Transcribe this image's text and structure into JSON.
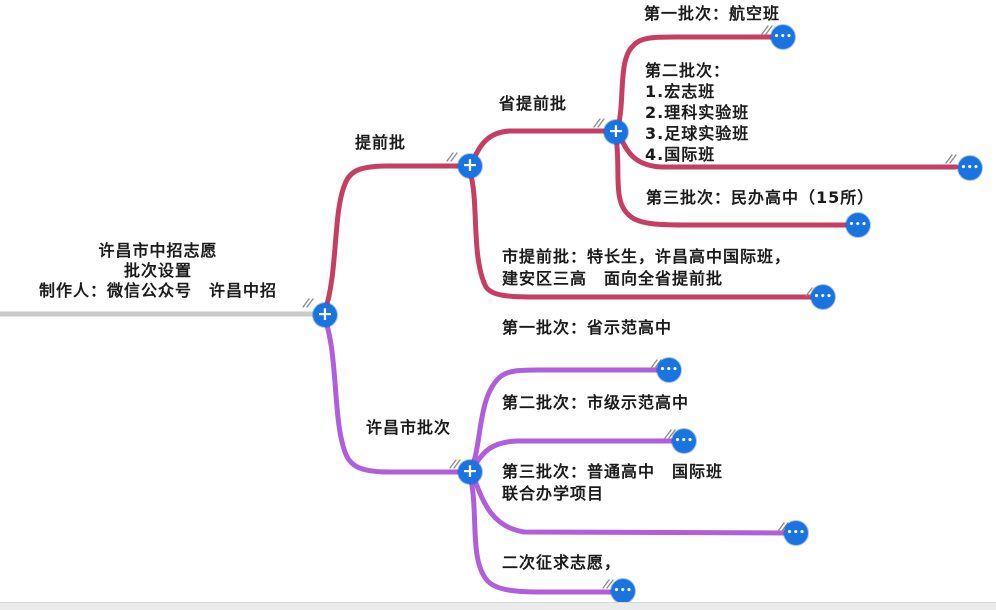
{
  "colors": {
    "early_batch_branch": "#c63e63",
    "city_batch_branch": "#b05edb",
    "node_blue": "#1a74e0",
    "trunk_gray": "#c9c9c9"
  },
  "icons": {
    "plus": "+",
    "ellipsis": "•••"
  },
  "mindmap": {
    "root": {
      "label": "许昌市中招志愿\n批次设置\n制作人：微信公众号　许昌中招"
    },
    "branches": [
      {
        "label": "提前批",
        "children": [
          {
            "label": "省提前批",
            "children": [
              {
                "label": "第一批次：航空班"
              },
              {
                "label": "第二批次：\n1.宏志班\n2.理科实验班\n3.足球实验班\n4.国际班"
              },
              {
                "label": "第三批次：民办高中（15所）"
              }
            ]
          },
          {
            "label": "市提前批：特长生，许昌高中国际班，\n建安区三高　面向全省提前批"
          }
        ]
      },
      {
        "label": "许昌市批次",
        "children": [
          {
            "label": "第一批次：省示范高中"
          },
          {
            "label": "第二批次：市级示范高中"
          },
          {
            "label": "第三批次：普通高中　国际班\n联合办学项目"
          },
          {
            "label": "二次征求志愿，"
          }
        ]
      }
    ]
  }
}
